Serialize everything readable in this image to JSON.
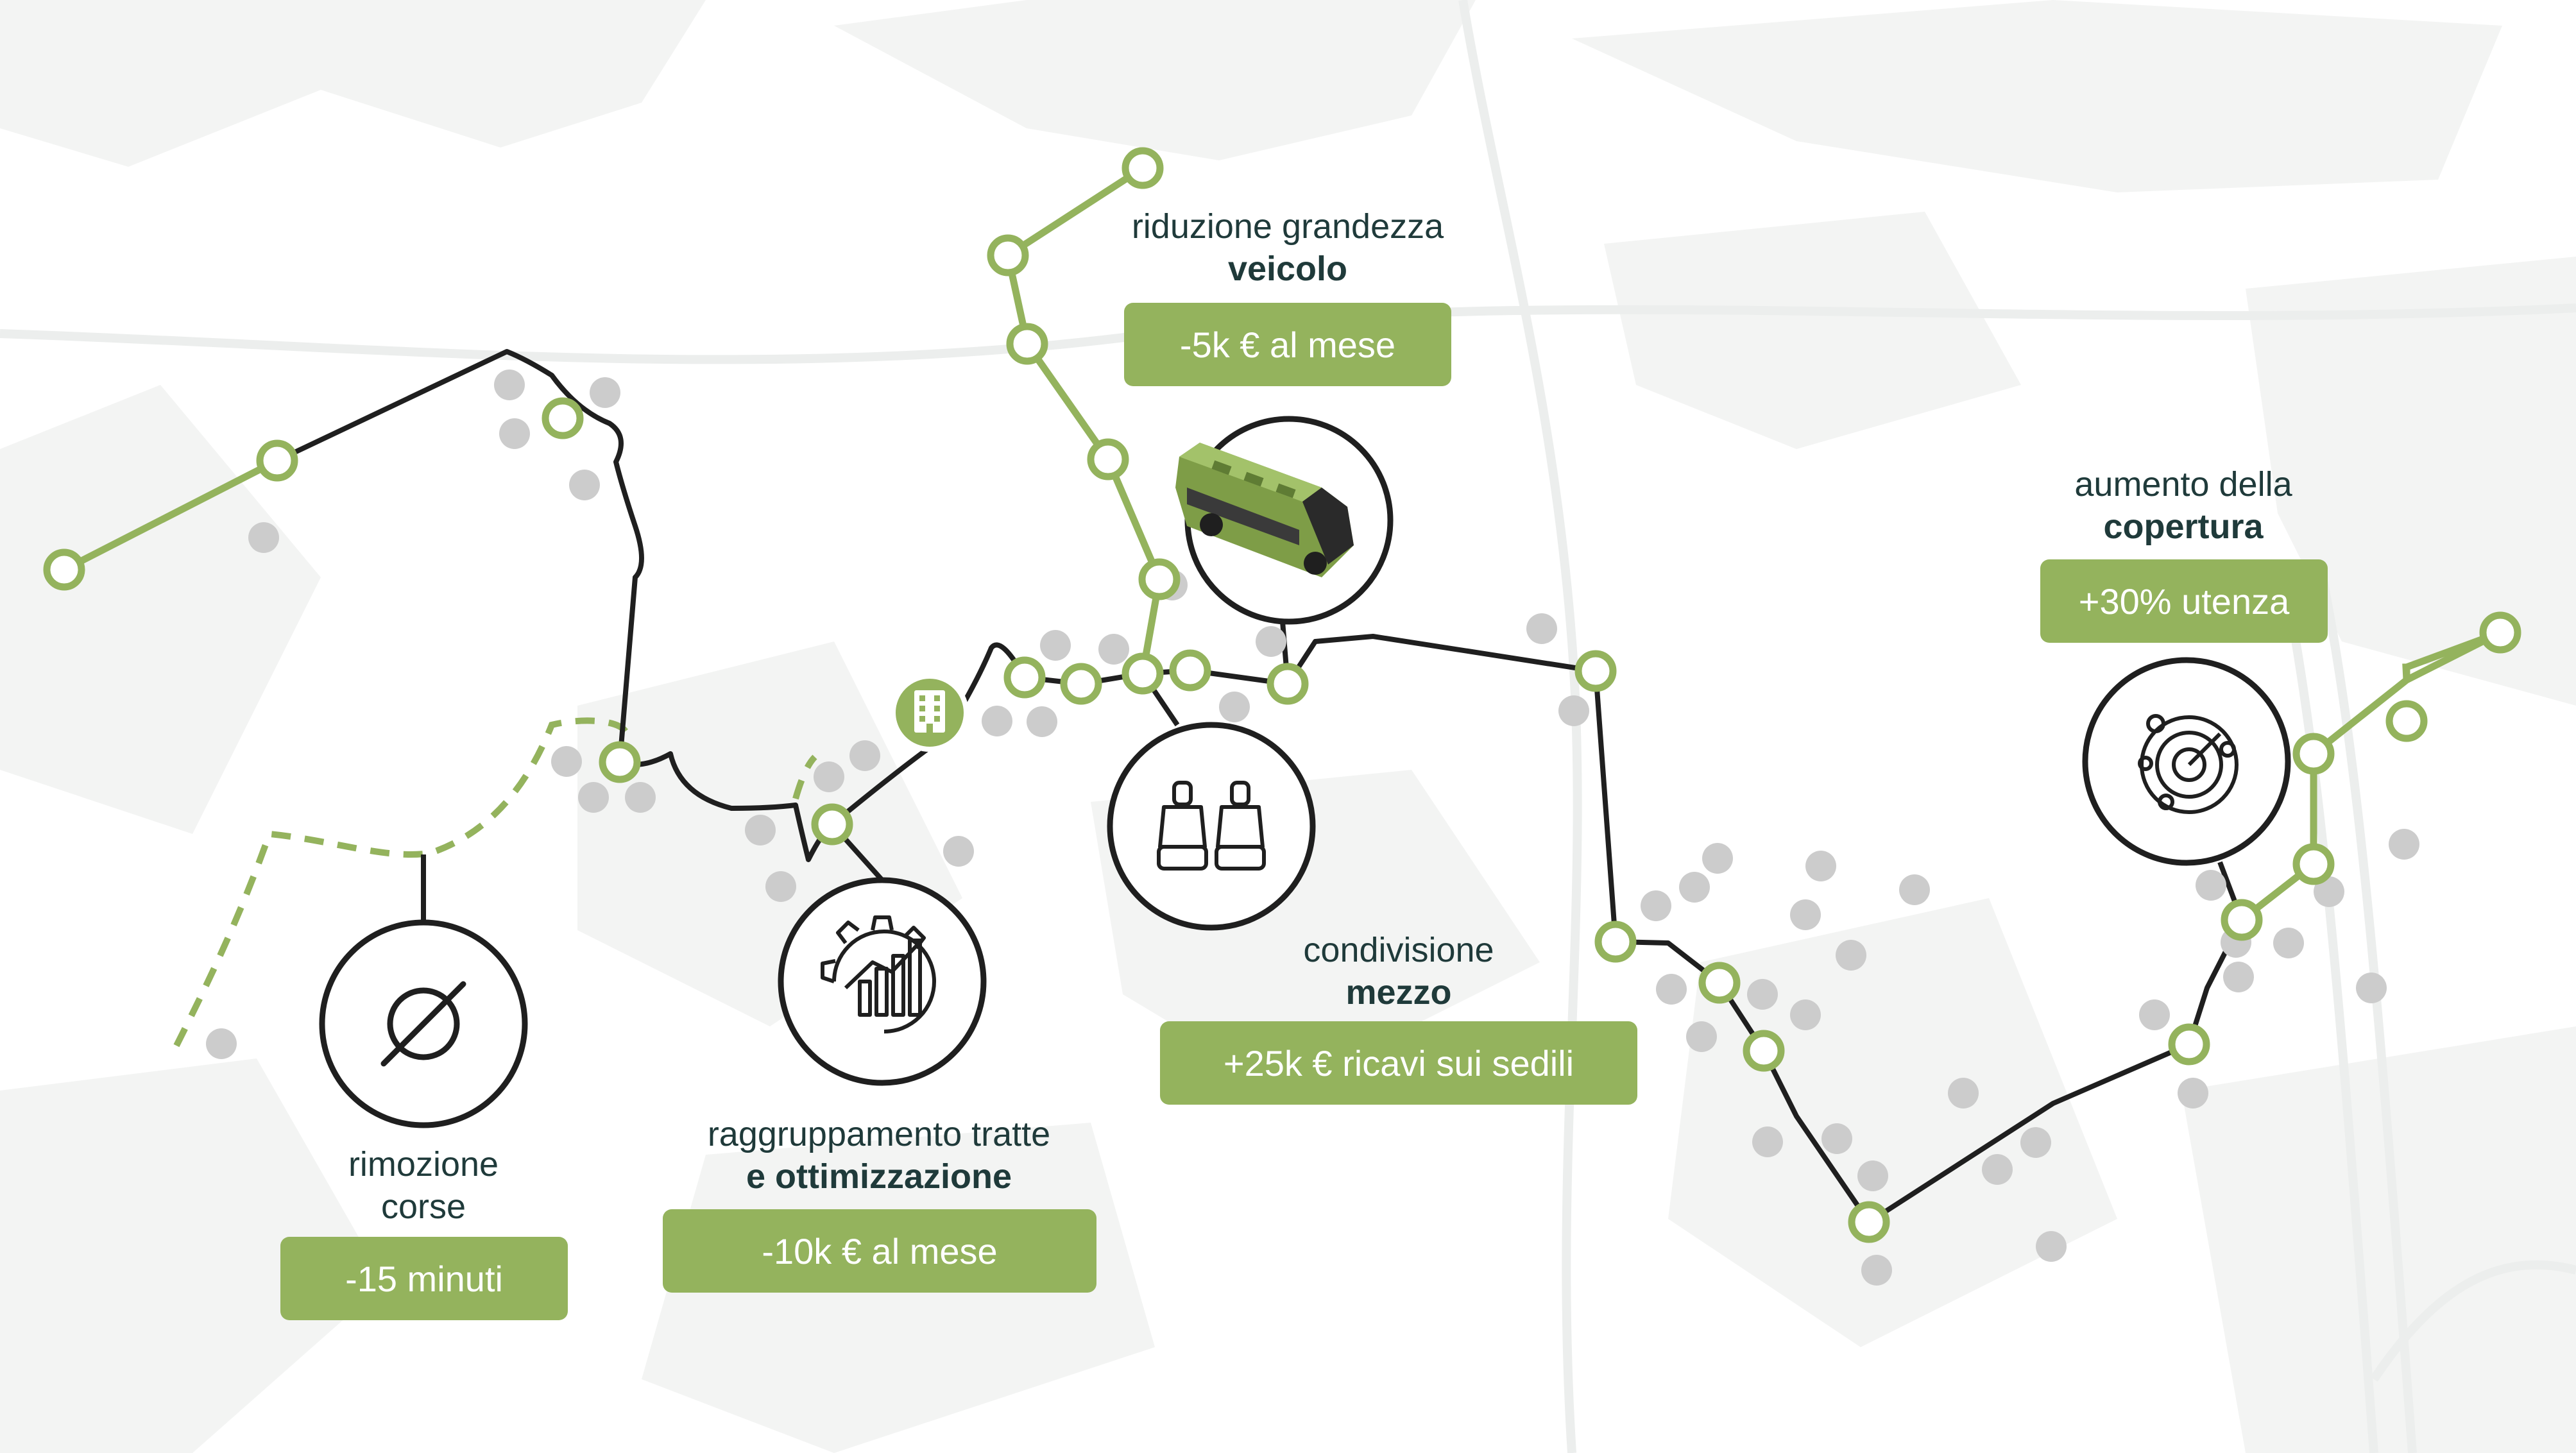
{
  "colors": {
    "route": "#1f1f1f",
    "accent": "#94b35d",
    "stop_gray": "#cccccc",
    "text_dark": "#1f3a3a"
  },
  "cards": [
    {
      "id": "rimozione",
      "line1": "rimozione",
      "line2": "corse",
      "value": "-15 minuti",
      "icon": "empty-set-icon"
    },
    {
      "id": "raggruppamento",
      "line1": "raggruppamento tratte",
      "line2": "e ottimizzazione",
      "value": "-10k € al mese",
      "icon": "gear-chart-icon"
    },
    {
      "id": "riduzione",
      "line1": "riduzione grandezza",
      "line2": "veicolo",
      "value": "-5k € al mese",
      "icon": "bus-icon"
    },
    {
      "id": "condivisione",
      "line1": "condivisione",
      "line2": "mezzo",
      "value": "+25k € ricavi sui sedili",
      "icon": "car-seats-icon"
    },
    {
      "id": "aumento",
      "line1": "aumento della",
      "line2": "copertura",
      "value": "+30%  utenza",
      "icon": "radar-location-icon"
    }
  ]
}
